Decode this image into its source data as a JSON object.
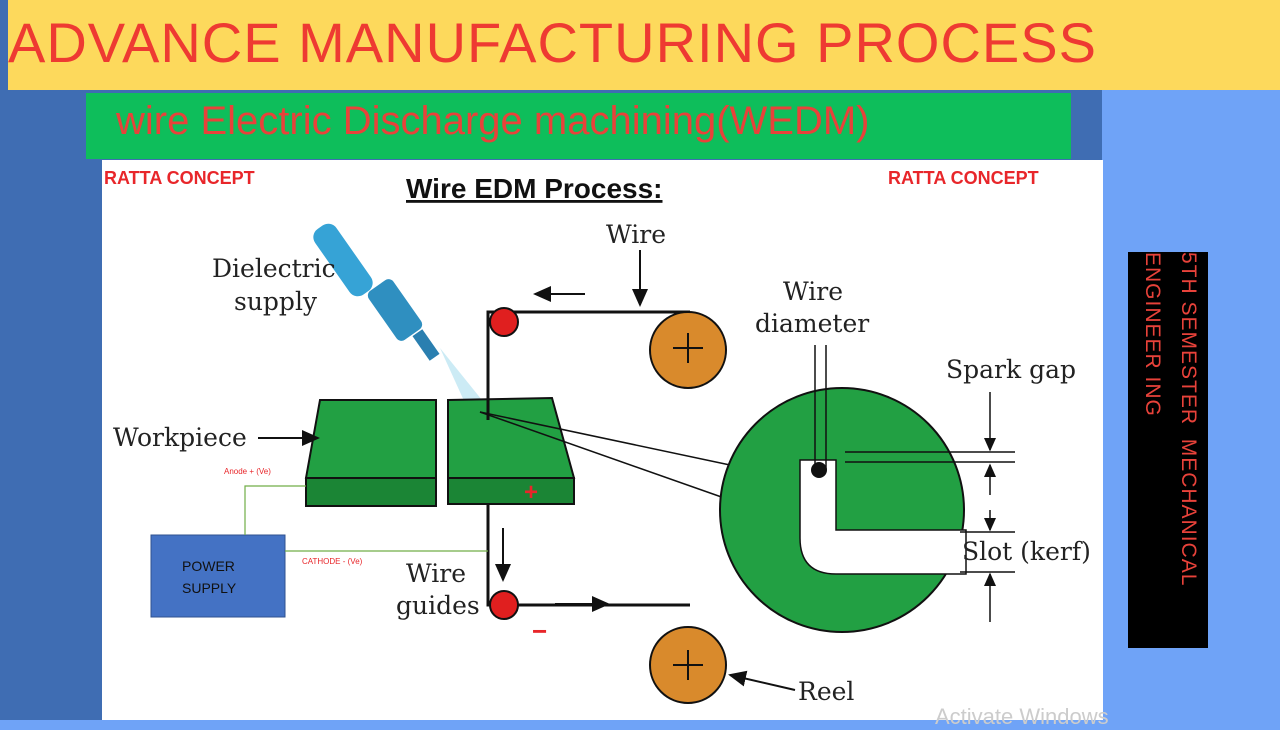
{
  "banner": {
    "title": "ADVANCE  MANUFACTURING PROCESS",
    "subtitle": "wire Electric Discharge machining(WEDM)"
  },
  "side_label": {
    "line1": "5TH SEMESTER  MECHANICAL",
    "line2": "ENGINEER ING"
  },
  "diagram": {
    "title": "Wire EDM Process:",
    "brand_left": "RATTA CONCEPT",
    "brand_right": "RATTA CONCEPT",
    "labels": {
      "wire": "Wire",
      "dielectric1": "Dielectric",
      "dielectric2": "supply",
      "workpiece": "Workpiece",
      "wire_diameter1": "Wire",
      "wire_diameter2": "diameter",
      "spark_gap": "Spark gap",
      "slot": "Slot (kerf)",
      "wire_guides1": "Wire",
      "wire_guides2": "guides",
      "reel": "Reel",
      "anode": "Anode  + (Ve)",
      "cathode": "CATHODE  - (Ve)",
      "power1": "POWER",
      "power2": "SUPPLY",
      "plus": "+",
      "minus": "−"
    },
    "colors": {
      "workpiece": "#1e8f3a",
      "pulley": "#d98a2c",
      "guide": "#e01f1f",
      "power_supply": "#4472c4"
    }
  },
  "watermark": "Activate Windows"
}
